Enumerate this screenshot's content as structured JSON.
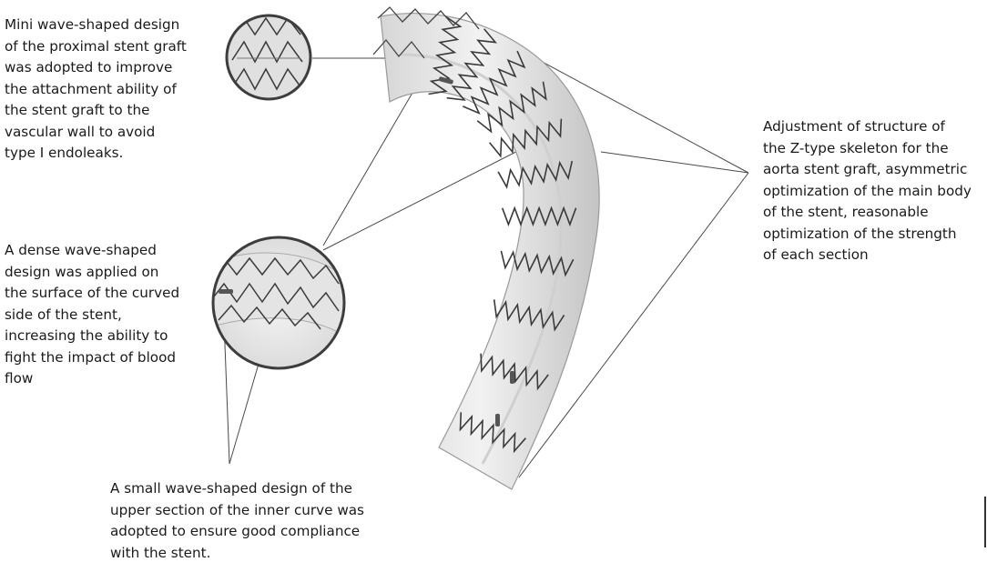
{
  "callouts": {
    "top_left": "Mini wave-shaped design\nof the proximal stent graft\nwas adopted to improve\nthe attachment ability of\nthe stent graft to the\nvascular wall to avoid\ntype I endoleaks.",
    "mid_left": "A dense wave-shaped\ndesign was applied on\nthe surface of the curved\nside of the stent,\nincreasing the ability to\nfight the impact of blood\nflow",
    "bottom": "A small wave-shaped design of the\nupper section of the inner curve was\nadopted to ensure good compliance\nwith the stent.",
    "right": "Adjustment of structure of\nthe Z-type skeleton for the\naorta stent graft, asymmetric\noptimization of the main body\nof the stent, reasonable\noptimization of the strength\nof each section"
  },
  "colors": {
    "graft_fill": "#ebebeb",
    "graft_shadow": "#c9c9c9",
    "wire": "#3a3a3a",
    "leader_line": "#4a4a4a",
    "circle_ring": "#3d3d3d"
  }
}
